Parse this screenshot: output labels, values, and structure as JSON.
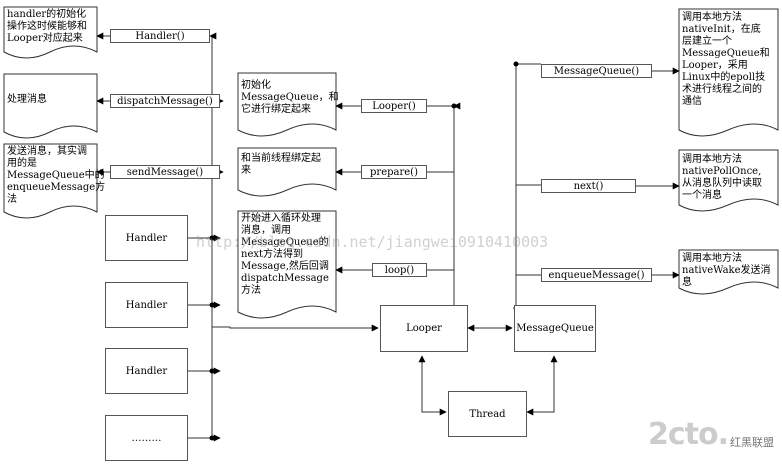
{
  "notes": {
    "handler_init": "handler的初始化\n操作这时候能够和\nLooper对应起来",
    "handle_msg": "处理消息",
    "send_msg": "发送消息，其实调\n用的是\nMessageQueue中的\nenqueueMessage方\n法",
    "looper_init": "初始化\nMessageQueue，和\n它进行绑定起来",
    "prepare_note": "和当前线程绑定起\n来",
    "loop_note": "开始进入循环处理\n消息，调用\nMessageQueue的\nnext方法得到\nMessage,然后回调\ndispatchMessage\n方法",
    "mq_init": "调用本地方法\nnativeInit，在底\n层建立一个\nMessageQueue和\nLooper，采用\nLinux中的epoll技\n术进行线程之间的\n通信",
    "next_note": "调用本地方法\nnativePollOnce,\n从消息队列中读取\n一个消息",
    "enqueue_note": "调用本地方法\nnativeWake发送消\n息"
  },
  "methods": {
    "handler_ctor": "Handler()",
    "dispatch": "dispatchMessage()",
    "send": "sendMessage()",
    "looper_ctor": "Looper()",
    "prepare": "prepare()",
    "loop": "loop()",
    "mq_ctor": "MessageQueue()",
    "next": "next()",
    "enqueue": "enqueueMessage()"
  },
  "boxes": {
    "handler1": "Handler",
    "handler2": "Handler",
    "handler3": "Handler",
    "handler4": "………",
    "looper": "Looper",
    "messagequeue": "MessageQueue",
    "thread": "Thread"
  },
  "watermark": "http://blog.csdn.net/jiangwei0910410003",
  "logo": {
    "main": "2cto.",
    "sub": "红黑联盟"
  }
}
